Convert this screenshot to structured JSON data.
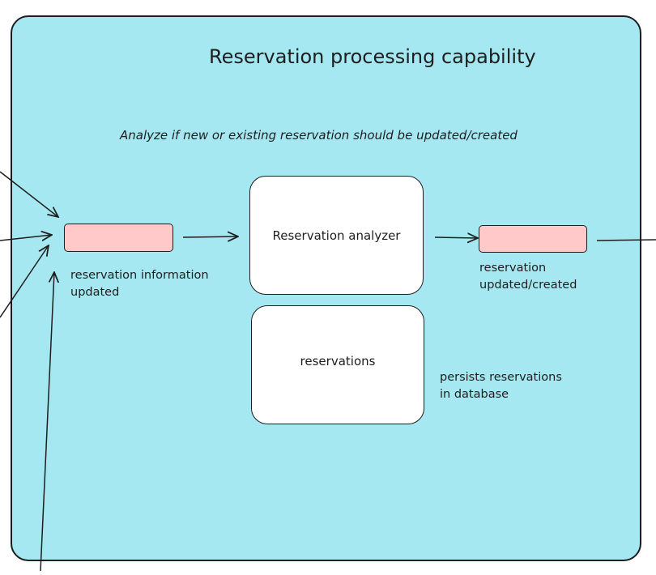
{
  "diagram": {
    "title": "Reservation processing capability",
    "subtitle": "Analyze if new or existing reservation should be updated/created",
    "colors": {
      "container_fill": "#a5e8f2",
      "event_fill": "#ffc9c9",
      "box_fill": "#ffffff",
      "stroke": "#1e1e1e"
    },
    "components": {
      "analyzer": "Reservation analyzer",
      "reservations": "reservations"
    },
    "events": {
      "input": {
        "lines": [
          "reservation information",
          "updated"
        ]
      },
      "output": {
        "lines": [
          "reservation",
          "updated/created"
        ]
      }
    },
    "notes": {
      "persistence": {
        "lines": [
          "persists reservations",
          "in database"
        ]
      }
    }
  }
}
